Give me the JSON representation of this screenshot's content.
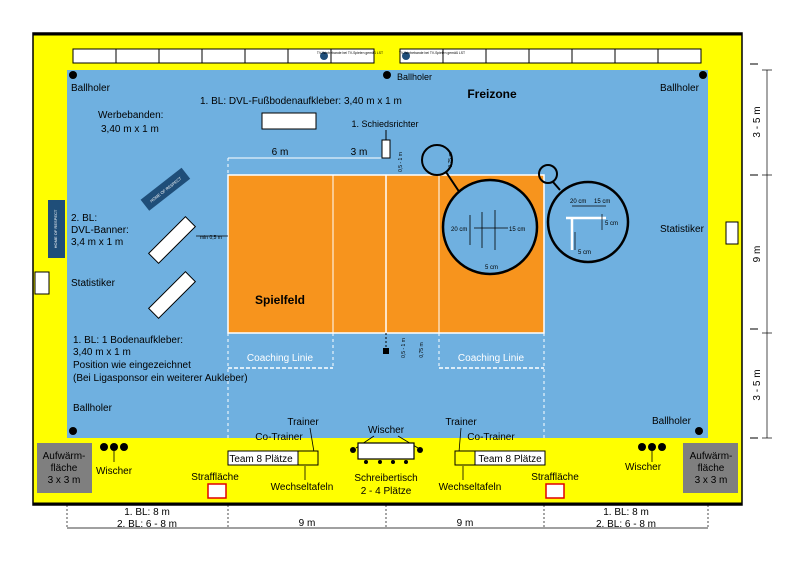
{
  "colors": {
    "yellow": "#ffff00",
    "blue": "#6fb0e0",
    "court": "#f7941d",
    "darkbox": "#7f7f7f",
    "banner": "#1f4e79",
    "line": "#000000",
    "white": "#ffffff",
    "red": "#e00000"
  },
  "labels": {
    "freizone": "Freizone",
    "spielfeld": "Spielfeld",
    "ballholer": "Ballholer",
    "werbebanden": "Werbebanden:",
    "werbebanden_size": "3,40 m x 1 m",
    "dvl_floor": "1. BL:  DVL-Fußbodenaufkleber: 3,40 m x 1 m",
    "schiedsrichter": "1. Schiedsrichter",
    "dvl_banner_1": "2. BL:",
    "dvl_banner_2": "DVL-Banner:",
    "dvl_banner_3": "3,4 m x 1 m",
    "statistiker": "Statistiker",
    "bodenaufkleber_1": "1. BL: 1 Bodenaufkleber:",
    "bodenaufkleber_2": "3,40 m x 1 m",
    "bodenaufkleber_3": "Position wie eingezeichnet",
    "bodenaufkleber_4": "(Bei Ligasponsor ein weiterer Aukleber)",
    "coaching": "Coaching Linie",
    "trainer": "Trainer",
    "cotrainer": "Co-Trainer",
    "team8": "Team 8 Plätze",
    "wischer": "Wischer",
    "strafflaeche": "Straffläche",
    "wechseltafeln": "Wechseltafeln",
    "schreibertisch_1": "Schreibertisch",
    "schreibertisch_2": "2 - 4 Plätze",
    "aufwaerm_1": "Aufwärm-",
    "aufwaerm_2": "fläche",
    "aufwaerm_3": "3 x 3 m",
    "dim_6m": "6 m",
    "dim_3m": "3 m",
    "dim_9m": "9 m",
    "dim_3_5m": "3 - 5 m",
    "dim_075m": "0,75 m",
    "dim_05_1m": "0,5 - 1 m",
    "dim_min05m": "min 0,5 m",
    "dim_bl1_8m": "1. BL: 8 m",
    "dim_bl2_6_8m": "2. BL: 6 - 8 m",
    "dim_20cm": "20 cm",
    "dim_15cm": "15 cm",
    "dim_5cm": "5 cm",
    "tv_bande": "TV-Werbebande bei TV-Spielen gemäß LST",
    "home_of_respect": "HOME OF RESPECT"
  }
}
